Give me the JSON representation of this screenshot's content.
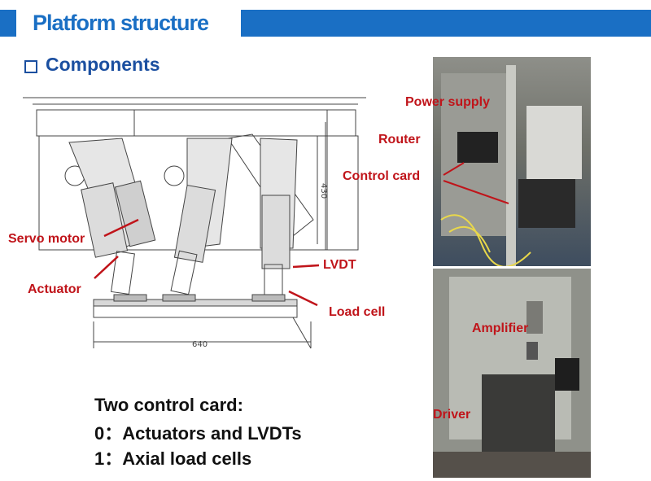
{
  "header": {
    "title": "Platform structure"
  },
  "section": {
    "title": "Components"
  },
  "drawing": {
    "dim_height": "430",
    "dim_width": "640",
    "labels": {
      "servo_motor": "Servo motor",
      "actuator": "Actuator",
      "lvdt": "LVDT",
      "load_cell": "Load cell"
    }
  },
  "photo_labels": {
    "power_supply": "Power supply",
    "router": "Router",
    "control_card": "Control card",
    "amplifier": "Amplifier",
    "driver": "Driver"
  },
  "notes": {
    "line1": "Two control card:",
    "line2": "0：Actuators and LVDTs",
    "line3": "1：Axial load cells"
  },
  "colors": {
    "accent": "#1a6fc4",
    "label_red": "#c0141a"
  }
}
